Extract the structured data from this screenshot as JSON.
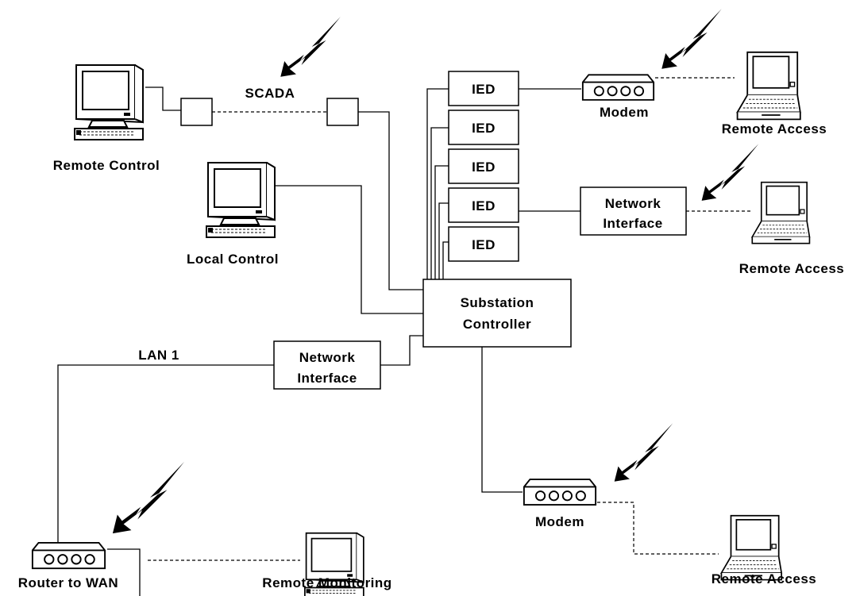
{
  "labels": {
    "scada": "SCADA",
    "remote_control": "Remote Control",
    "local_control": "Local Control",
    "ied": "IED",
    "modem": "Modem",
    "remote_access": "Remote Access",
    "network_interface_line1": "Network",
    "network_interface_line2": "Interface",
    "substation_line1": "Substation",
    "substation_line2": "Controller",
    "lan1": "LAN 1",
    "router": "Router to WAN",
    "remote_monitoring": "Remote Monitoring"
  },
  "icons": [
    "desktop-computer-icon",
    "laptop-icon",
    "modem-icon",
    "router-icon",
    "wireless-lightning-icon"
  ],
  "colors": {
    "line": "#000000",
    "background": "#ffffff"
  }
}
